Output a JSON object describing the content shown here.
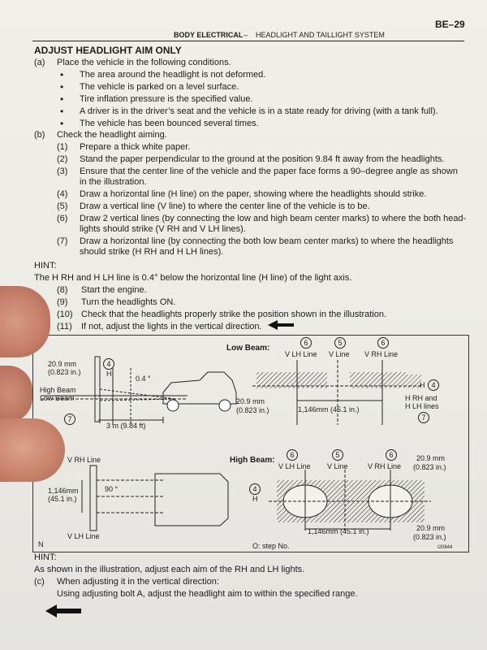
{
  "header": {
    "page_id": "BE–29",
    "section": "BODY ELECTRICAL",
    "dash": "–",
    "subsection": "HEADLIGHT AND TAILLIGHT SYSTEM"
  },
  "title": "ADJUST HEADLIGHT AIM ONLY",
  "step_a": {
    "label": "(a)",
    "text": "Place the vehicle in the following conditions.",
    "bullets": [
      "The area around the headlight is not deformed.",
      "The vehicle is parked on a level surface.",
      "Tire inflation pressure is the specified value.",
      "A driver is in the driver’s seat and the vehicle is in a state ready for driving (with a tank full).",
      "The vehicle has been bounced several times."
    ]
  },
  "step_b": {
    "label": "(b)",
    "text": "Check the headlight aiming.",
    "items": [
      {
        "n": "(1)",
        "lines": [
          "Prepare a thick white paper."
        ]
      },
      {
        "n": "(2)",
        "lines": [
          "Stand the paper perpendicular to the ground at the position 9.84 ft away from the headlights."
        ]
      },
      {
        "n": "(3)",
        "lines": [
          "Ensure that the center line of the vehicle and the paper face forms a 90–degree angle as shown",
          "in the illustration."
        ]
      },
      {
        "n": "(4)",
        "lines": [
          "Draw a horizontal line (H line) on the paper, showing where the headlights should strike."
        ]
      },
      {
        "n": "(5)",
        "lines": [
          "Draw a vertical line (V line) to where the center line of the vehicle is to be."
        ]
      },
      {
        "n": "(6)",
        "lines": [
          "Draw 2 vertical lines (by connecting the low and high beam center marks) to where the both head-",
          "lights should strike (V RH and V LH lines)."
        ]
      },
      {
        "n": "(7)",
        "lines": [
          "Draw a horizontal line (by connecting the both low beam center marks) to where the headlights",
          "should strike (H RH and H LH lines)."
        ]
      }
    ]
  },
  "hint1": {
    "label": "HINT:",
    "text": "The H RH and H LH line is 0.4° below the horizontal line (H line) of the light axis."
  },
  "step_b2": [
    {
      "n": "(8)",
      "text": "Start the engine."
    },
    {
      "n": "(9)",
      "text": "Turn the headlights ON."
    },
    {
      "n": "(10)",
      "text": "Check that the headlights properly strike the position shown in the illustration."
    },
    {
      "n": "(11)",
      "text": "If not, adjust the lights in the vertical direction."
    }
  ],
  "diagram": {
    "side": {
      "dim_mm": "20.9 mm",
      "dim_in": "(0.823 in.)",
      "h_label": "H",
      "angle": "0.4 °",
      "high_beam": "High Beam",
      "low_beam": "Low Beam",
      "distance": "3 m (9.84 ft)",
      "num4": "4",
      "num7": "7"
    },
    "low": {
      "title": "Low Beam:",
      "vlh": "V LH Line",
      "v": "V Line",
      "vrh": "V RH Line",
      "h": "H",
      "hrh1": "H RH and",
      "hrh2": "H LH lines",
      "dim_mm": "20.9 mm",
      "dim_in": "(0.823 in.)",
      "span": "1,146mm (45.1 in.)",
      "num6": "6",
      "num5": "5",
      "num4": "4",
      "num7": "7"
    },
    "top": {
      "vrh": "V RH Line",
      "vlh": "V LH Line",
      "dim_mm": "1,146mm",
      "dim_in": "(45.1 in.)",
      "angle": "90 °"
    },
    "high": {
      "title": "High Beam:",
      "vlh": "V LH Line",
      "v": "V Line",
      "vrh": "V RH Line",
      "h": "H",
      "dim_top_mm": "20.9 mm",
      "dim_top_in": "(0.823 in.)",
      "dim_bot_mm": "20.9 mm",
      "dim_bot_in": "(0.823 in.)",
      "span": "1,146mm (45.1 in.)",
      "num6": "6",
      "num5": "5",
      "num4": "4"
    },
    "corner_n": "N",
    "legend": "O: step No.",
    "code": "I20844"
  },
  "hint2": {
    "label": "HINT:",
    "text": "As shown in the illustration, adjust each aim of the RH and LH lights."
  },
  "step_c": {
    "label": "(c)",
    "text": "When adjusting it in the vertical direction:",
    "sub": "Using adjusting bolt A, adjust the headlight aim to within the specified range."
  },
  "colors": {
    "paper": "#ecebe6",
    "ink": "#1d1d1d",
    "arrow": "#111111"
  }
}
